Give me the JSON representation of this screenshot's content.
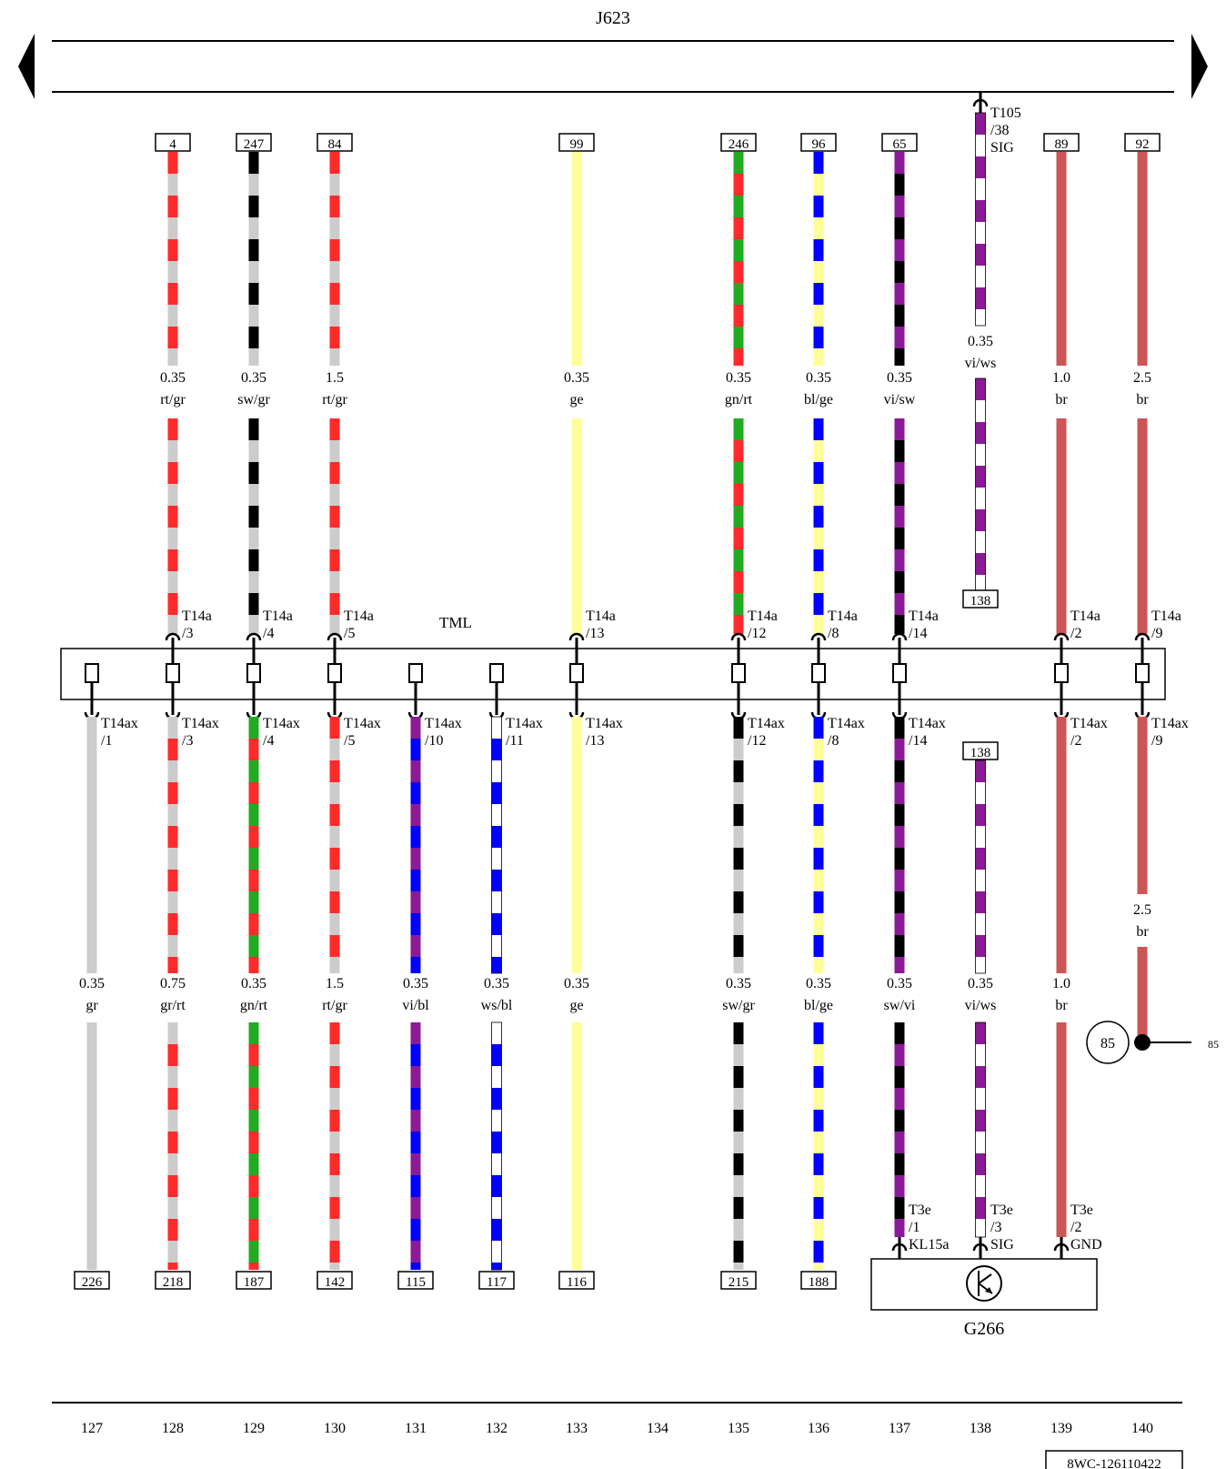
{
  "title": "J623",
  "colors": {
    "rt": "#ff2a2a",
    "gr": "#cccccc",
    "sw": "#000000",
    "ge": "#ffff99",
    "gn": "#22aa22",
    "bl": "#0000ff",
    "vi": "#8b1a96",
    "ws": "#ffffff",
    "br": "#cc5555"
  },
  "bus_label": "TML",
  "wires": [
    {
      "col": "128",
      "top_ref": "4",
      "upper_pin": "T14a\n/3",
      "upper_gauge": "0.35",
      "upper_color": "rt/gr",
      "lower_pin": "T14ax\n/3",
      "lower_gauge": "0.75",
      "lower_color": "gr/rt",
      "bottom_ref": "218"
    },
    {
      "col": "129",
      "top_ref": "247",
      "upper_pin": "T14a\n/4",
      "upper_gauge": "0.35",
      "upper_color": "sw/gr",
      "lower_pin": "T14ax\n/4",
      "lower_gauge": "0.35",
      "lower_color": "gn/rt",
      "bottom_ref": "187"
    },
    {
      "col": "130",
      "top_ref": "84",
      "upper_pin": "T14a\n/5",
      "upper_gauge": "1.5",
      "upper_color": "rt/gr",
      "lower_pin": "T14ax\n/5",
      "lower_gauge": "1.5",
      "lower_color": "rt/gr",
      "bottom_ref": "142"
    },
    {
      "col": "127",
      "lower_pin": "T14ax\n/1",
      "lower_gauge": "0.35",
      "lower_color": "gr",
      "bottom_ref": "226"
    },
    {
      "col": "131",
      "lower_pin": "T14ax\n/10",
      "lower_gauge": "0.35",
      "lower_color": "vi/bl",
      "bottom_ref": "115"
    },
    {
      "col": "132",
      "lower_pin": "T14ax\n/11",
      "lower_gauge": "0.35",
      "lower_color": "ws/bl",
      "bottom_ref": "117"
    },
    {
      "col": "133",
      "top_ref": "99",
      "upper_pin": "T14a\n/13",
      "upper_gauge": "0.35",
      "upper_color": "ge",
      "lower_pin": "T14ax\n/13",
      "lower_gauge": "0.35",
      "lower_color": "ge",
      "bottom_ref": "116"
    },
    {
      "col": "135",
      "top_ref": "246",
      "upper_pin": "T14a\n/12",
      "upper_gauge": "0.35",
      "upper_color": "gn/rt",
      "lower_pin": "T14ax\n/12",
      "lower_gauge": "0.35",
      "lower_color": "sw/gr",
      "bottom_ref": "215"
    },
    {
      "col": "136",
      "top_ref": "96",
      "upper_pin": "T14a\n/8",
      "upper_gauge": "0.35",
      "upper_color": "bl/ge",
      "lower_pin": "T14ax\n/8",
      "lower_gauge": "0.35",
      "lower_color": "bl/ge",
      "bottom_ref": "188"
    },
    {
      "col": "137",
      "top_ref": "65",
      "upper_pin": "T14a\n/14",
      "upper_gauge": "0.35",
      "upper_color": "vi/sw",
      "lower_pin": "T14ax\n/14",
      "lower_gauge": "0.35",
      "lower_color": "sw/vi",
      "bottom_pin": "T3e\n/1\nKL15a"
    },
    {
      "col": "139",
      "top_ref": "89",
      "upper_pin": "T14a\n/2",
      "upper_gauge": "1.0",
      "upper_color": "br",
      "lower_pin": "T14ax\n/2",
      "lower_gauge": "1.0",
      "lower_color": "br",
      "bottom_pin": "T3e\n/2\nGND"
    },
    {
      "col": "140",
      "top_ref": "92",
      "upper_pin": "T14a\n/9",
      "upper_gauge": "2.5",
      "upper_color": "br",
      "lower_pin": "T14ax\n/9",
      "lower_gauge": "2.5",
      "lower_color": "br",
      "node_label": "85",
      "node_ref": "85"
    }
  ],
  "t105_wire": {
    "col": "138",
    "pin": "T105\n/38\nSIG",
    "gauge": "0.35",
    "color": "vi/ws",
    "ref_end": "138",
    "lower_ref_start": "138",
    "lower_gauge": "0.35",
    "lower_color": "vi/ws",
    "bottom_pin": "T3e\n/3\nSIG"
  },
  "component": {
    "label": "G266"
  },
  "column_numbers": [
    "127",
    "128",
    "129",
    "130",
    "131",
    "132",
    "133",
    "134",
    "135",
    "136",
    "137",
    "138",
    "139",
    "140"
  ],
  "footer_code": "8WC-126110422"
}
